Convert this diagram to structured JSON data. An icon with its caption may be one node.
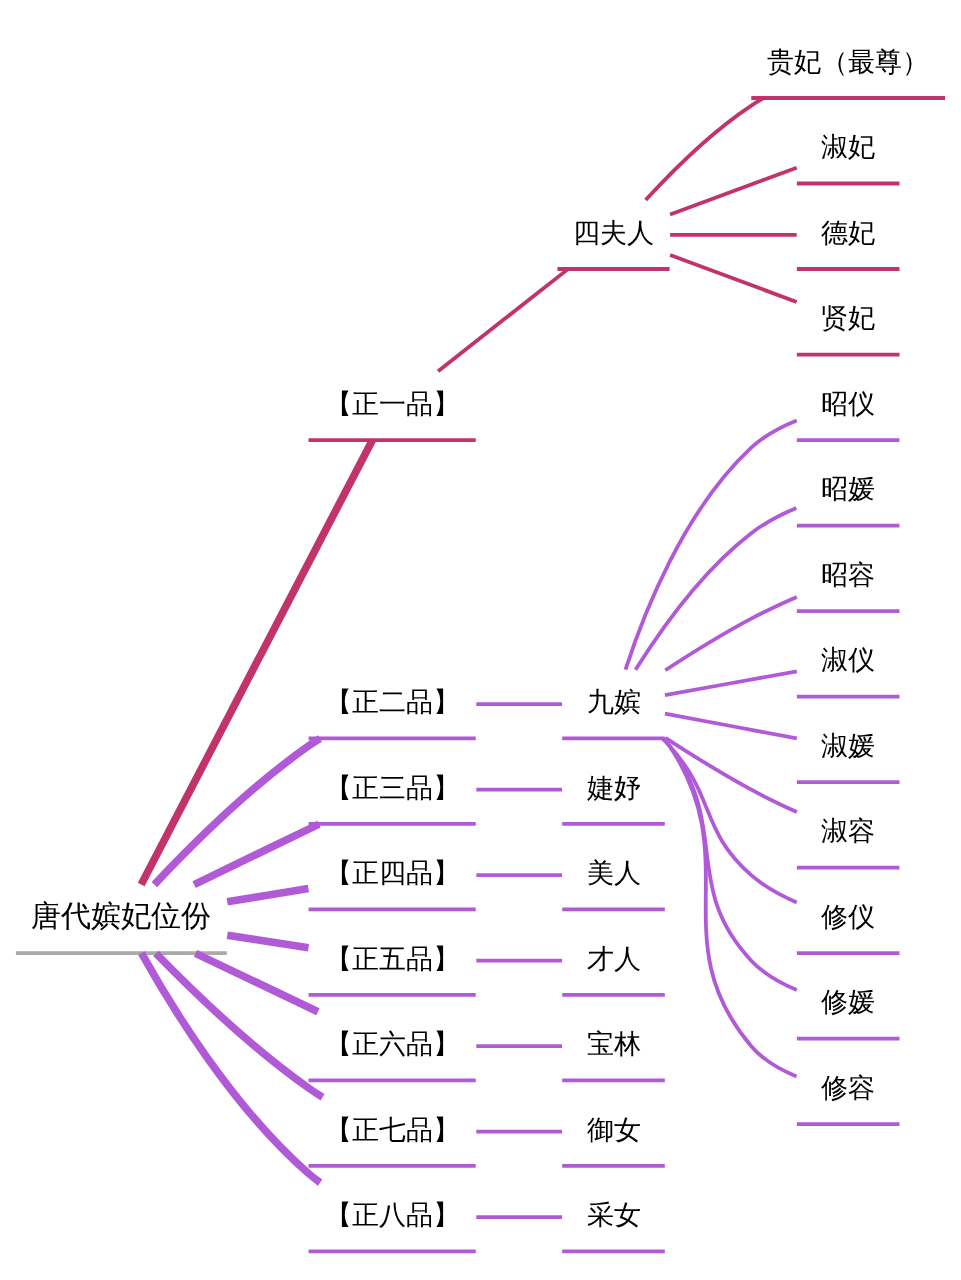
{
  "diagram": {
    "nodes": [
      {
        "text": [
          "唐代嫔妃位份"
        ]
      },
      {
        "text": [
          "【正一品】"
        ]
      },
      {
        "text": [
          "四夫人"
        ]
      },
      {
        "text": [
          "贵妃（最尊）"
        ]
      },
      {
        "text": [
          "淑妃"
        ]
      },
      {
        "text": [
          "德妃"
        ]
      },
      {
        "text": [
          "贤妃"
        ]
      },
      {
        "text": [
          "【正二品】"
        ]
      },
      {
        "text": [
          "九嫔"
        ]
      },
      {
        "text": [
          "昭仪"
        ]
      },
      {
        "text": [
          "昭媛"
        ]
      },
      {
        "text": [
          "昭容"
        ]
      },
      {
        "text": [
          "淑仪"
        ]
      },
      {
        "text": [
          "淑媛"
        ]
      },
      {
        "text": [
          "淑容"
        ]
      },
      {
        "text": [
          "修仪"
        ]
      },
      {
        "text": [
          "修媛"
        ]
      },
      {
        "text": [
          "修容"
        ]
      },
      {
        "text": [
          "【正三品】"
        ]
      },
      {
        "text": [
          "婕妤"
        ]
      },
      {
        "text": [
          "【正四品】"
        ]
      },
      {
        "text": [
          "美人"
        ]
      },
      {
        "text": [
          "【正五品】"
        ]
      },
      {
        "text": [
          "才人"
        ]
      },
      {
        "text": [
          "【正六品】"
        ]
      },
      {
        "text": [
          "宝林"
        ]
      },
      {
        "text": [
          "【正七品】"
        ]
      },
      {
        "text": [
          "御女"
        ]
      },
      {
        "text": [
          "【正八品】"
        ]
      },
      {
        "text": [
          "采女"
        ]
      }
    ],
    "edges": [
      {
        "from": 0,
        "to": 1,
        "arrow": "none",
        "style": "thick",
        "color": "#c2336b"
      },
      {
        "from": 1,
        "to": 2,
        "arrow": "none",
        "color": "#c2336b"
      },
      {
        "from": 2,
        "to": 3,
        "arrow": "none",
        "color": "#c2336b"
      },
      {
        "from": 2,
        "to": 4,
        "arrow": "none",
        "color": "#c2336b"
      },
      {
        "from": 2,
        "to": 5,
        "arrow": "none",
        "color": "#c2336b"
      },
      {
        "from": 2,
        "to": 6,
        "arrow": "none",
        "color": "#c2336b"
      },
      {
        "from": 0,
        "to": 7,
        "arrow": "none",
        "style": "thick"
      },
      {
        "from": 7,
        "to": 8,
        "arrow": "none"
      },
      {
        "from": 8,
        "to": 9,
        "arrow": "none"
      },
      {
        "from": 8,
        "to": 10,
        "arrow": "none"
      },
      {
        "from": 8,
        "to": 11,
        "arrow": "none"
      },
      {
        "from": 8,
        "to": 12,
        "arrow": "none"
      },
      {
        "from": 8,
        "to": 13,
        "arrow": "none"
      },
      {
        "from": 8,
        "to": 14,
        "arrow": "none"
      },
      {
        "from": 8,
        "to": 15,
        "arrow": "none"
      },
      {
        "from": 8,
        "to": 16,
        "arrow": "none"
      },
      {
        "from": 8,
        "to": 17,
        "arrow": "none"
      },
      {
        "from": 0,
        "to": 18,
        "arrow": "none",
        "style": "thick"
      },
      {
        "from": 18,
        "to": 19,
        "arrow": "none"
      },
      {
        "from": 0,
        "to": 20,
        "arrow": "none",
        "style": "thick"
      },
      {
        "from": 20,
        "to": 21,
        "arrow": "none"
      },
      {
        "from": 0,
        "to": 22,
        "arrow": "none",
        "style": "thick"
      },
      {
        "from": 22,
        "to": 23,
        "arrow": "none"
      },
      {
        "from": 0,
        "to": 24,
        "arrow": "none",
        "style": "thick"
      },
      {
        "from": 24,
        "to": 25,
        "arrow": "none"
      },
      {
        "from": 0,
        "to": 26,
        "arrow": "none",
        "style": "thick"
      },
      {
        "from": 26,
        "to": 27,
        "arrow": "none"
      },
      {
        "from": 0,
        "to": 28,
        "arrow": "none",
        "style": "thick"
      },
      {
        "from": 28,
        "to": 29,
        "arrow": "none"
      }
    ]
  }
}
